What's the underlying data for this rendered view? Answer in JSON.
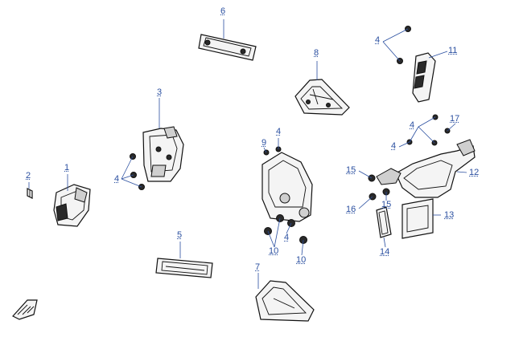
{
  "diagram": {
    "callouts": [
      "6",
      "8",
      "4",
      "11",
      "3",
      "4",
      "17",
      "4",
      "9",
      "4",
      "2",
      "1",
      "4",
      "15",
      "12",
      "16",
      "15",
      "13",
      "5",
      "4",
      "10",
      "10",
      "14",
      "7"
    ],
    "colors": {
      "callout": "#2a4fa0",
      "line": "#111111",
      "part_fill": "#f4f4f4",
      "dark": "#2a2a2a"
    }
  },
  "corner_logo": {
    "icon": "orientation-arrow-icon"
  }
}
